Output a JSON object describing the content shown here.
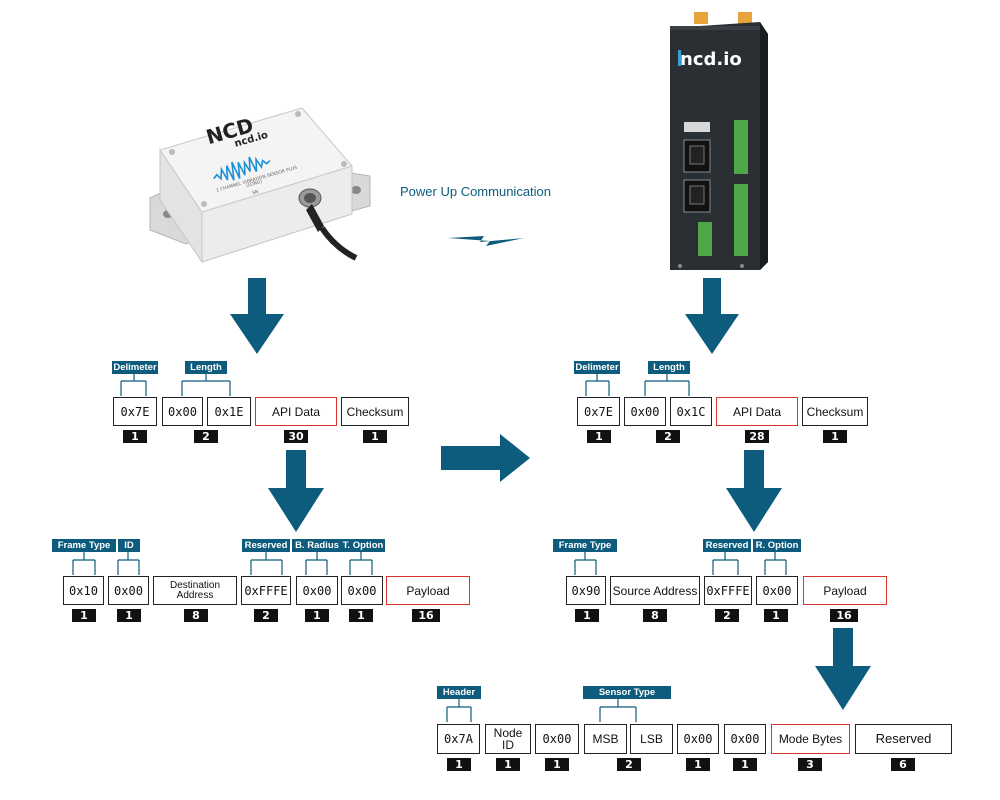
{
  "caption": "Power Up Communication",
  "sensor": {
    "brand": "ncd.io",
    "logo_mark": "NCD",
    "label_lines": [
      "1 CHANNEL VIBRATION SENSOR PLUS",
      "(LONG)",
      "SN"
    ]
  },
  "gateway": {
    "brand": "ncd.io"
  },
  "icons": {
    "down_arrows": "down-arrow-icon",
    "right_arrow": "right-arrow-icon",
    "wireless": "lightning-icon"
  },
  "colors": {
    "accent": "#0d5c7d",
    "highlight_border": "#d9342b",
    "badge": "#111111"
  },
  "frames": {
    "left_top": {
      "tags": [
        "Delimeter",
        "Length"
      ],
      "cells": [
        {
          "text": "0x7E",
          "size": "1"
        },
        {
          "text": "0x00",
          "size": "2"
        },
        {
          "text": "0x1E",
          "size": ""
        },
        {
          "text": "API Data",
          "size": "30"
        },
        {
          "text": "Checksum",
          "size": "1"
        }
      ]
    },
    "right_top": {
      "tags": [
        "Delimeter",
        "Length"
      ],
      "cells": [
        {
          "text": "0x7E",
          "size": "1"
        },
        {
          "text": "0x00",
          "size": "2"
        },
        {
          "text": "0x1C",
          "size": ""
        },
        {
          "text": "API Data",
          "size": "28"
        },
        {
          "text": "Checksum",
          "size": "1"
        }
      ]
    },
    "left_api": {
      "tags": [
        "Frame Type",
        "ID",
        "Reserved",
        "B. Radius",
        "T. Option"
      ],
      "cells": [
        {
          "text": "0x10",
          "size": "1"
        },
        {
          "text": "0x00",
          "size": "1"
        },
        {
          "text": "Destination Address",
          "size": "8"
        },
        {
          "text": "0xFFFE",
          "size": "2"
        },
        {
          "text": "0x00",
          "size": "1"
        },
        {
          "text": "0x00",
          "size": "1"
        },
        {
          "text": "Payload",
          "size": "16"
        }
      ]
    },
    "right_api": {
      "tags": [
        "Frame Type",
        "Reserved",
        "R. Option"
      ],
      "cells": [
        {
          "text": "0x90",
          "size": "1"
        },
        {
          "text": "Source Address",
          "size": "8"
        },
        {
          "text": "0xFFFE",
          "size": "2"
        },
        {
          "text": "0x00",
          "size": "1"
        },
        {
          "text": "Payload",
          "size": "16"
        }
      ]
    },
    "payload": {
      "tags": [
        "Header",
        "Sensor Type"
      ],
      "cells": [
        {
          "text": "0x7A",
          "size": "1"
        },
        {
          "text": "Node ID",
          "size": "1"
        },
        {
          "text": "0x00",
          "size": "1"
        },
        {
          "text": "MSB",
          "size": "2"
        },
        {
          "text": "LSB",
          "size": ""
        },
        {
          "text": "0x00",
          "size": "1"
        },
        {
          "text": "0x00",
          "size": "1"
        },
        {
          "text": "Mode Bytes",
          "size": "3"
        },
        {
          "text": "Reserved",
          "size": "6"
        }
      ]
    }
  }
}
